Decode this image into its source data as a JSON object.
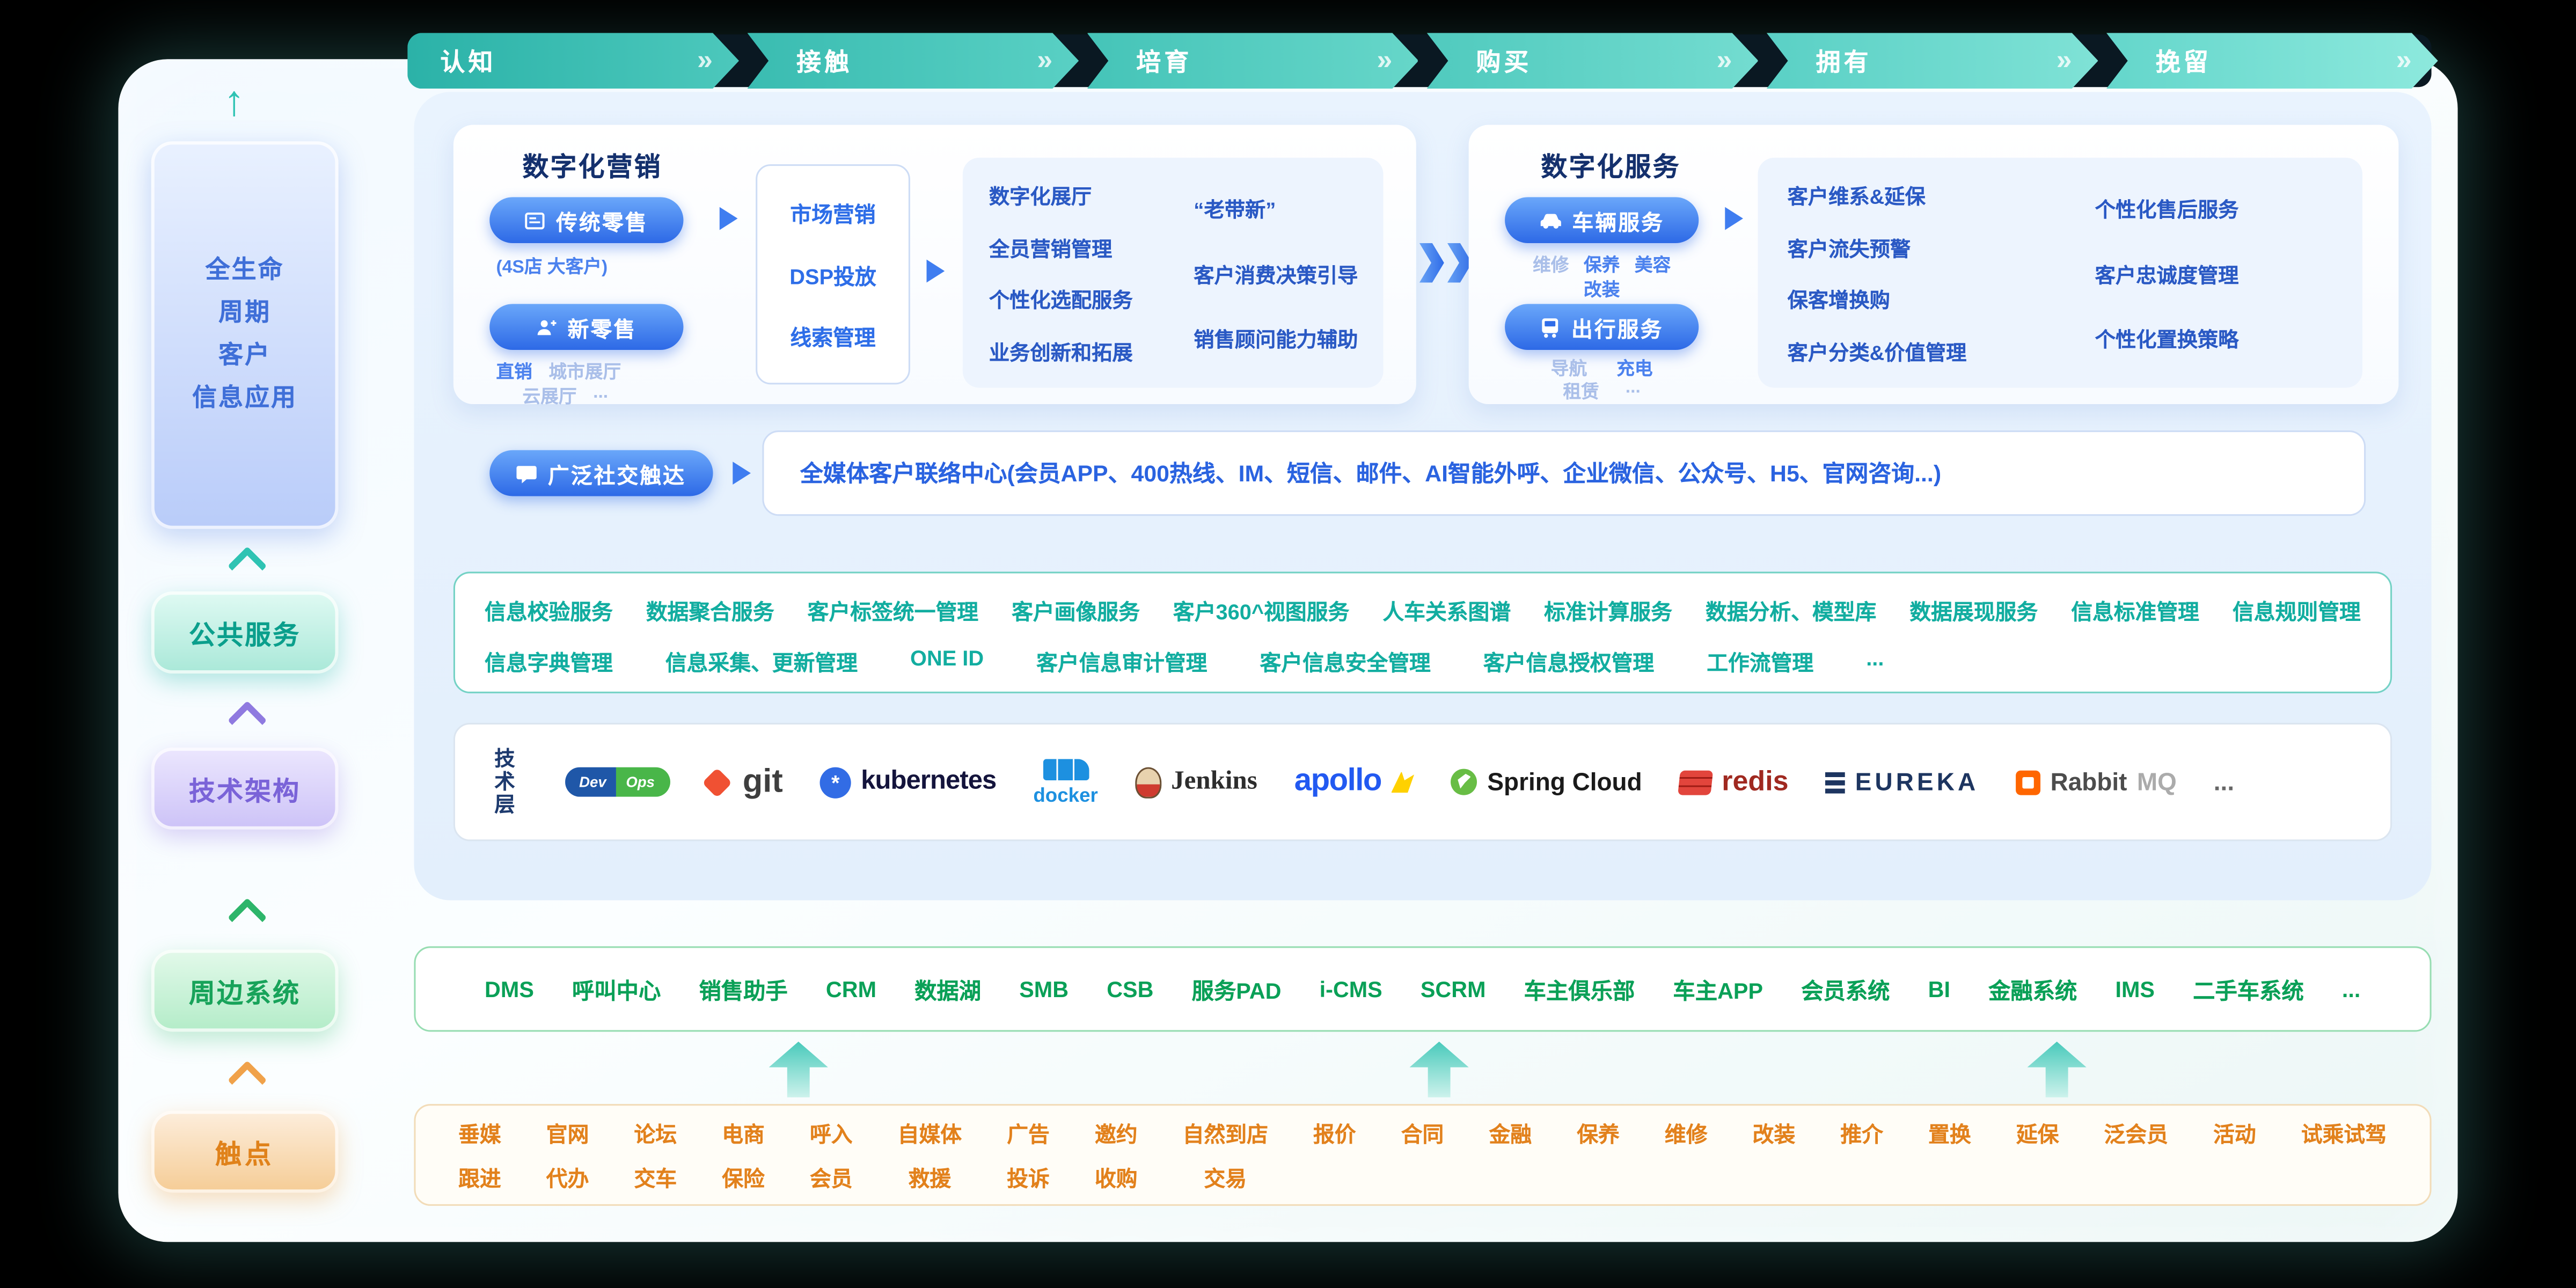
{
  "stages": [
    "认知",
    "接触",
    "培育",
    "购买",
    "拥有",
    "挽留"
  ],
  "icons": {
    "double_chevron": "»",
    "up_arrow": "↑"
  },
  "sidebar": {
    "lifecycle_lines": [
      "全生命",
      "周期",
      "客户",
      "信息应用"
    ],
    "public_service": "公共服务",
    "tech_architecture": "技术架构",
    "peripheral_systems": "周边系统",
    "touchpoints": "触点"
  },
  "marketing": {
    "title": "数字化营销",
    "traditional_retail": "传统零售",
    "traditional_retail_sub": "(4S店 大客户)",
    "new_retail": "新零售",
    "new_retail_tags": [
      "直销",
      "城市展厅",
      "云展厅",
      "..."
    ],
    "funnel": [
      "市场营销",
      "DSP投放",
      "线索管理"
    ],
    "cap_col1": [
      "数字化展厅",
      "全员营销管理",
      "个性化选配服务",
      "业务创新和拓展"
    ],
    "cap_col2": [
      "“老带新”",
      "客户消费决策引导",
      "销售顾问能力辅助"
    ]
  },
  "services": {
    "title": "数字化服务",
    "vehicle": "车辆服务",
    "vehicle_tags": [
      "维修",
      "保养",
      "美容",
      "改装"
    ],
    "travel": "出行服务",
    "travel_tags": [
      "导航",
      "充电",
      "租赁",
      "..."
    ],
    "cap_col1": [
      "客户维系&延保",
      "客户流失预警",
      "保客增换购",
      "客户分类&价值管理"
    ],
    "cap_col2": [
      "个性化售后服务",
      "客户忠诚度管理",
      "个性化置换策略"
    ]
  },
  "social": {
    "button": "广泛社交触达",
    "center_text": "全媒体客户联络中心(会员APP、400热线、IM、短信、邮件、AI智能外呼、企业微信、公众号、H5、官网咨询...)"
  },
  "public_services": {
    "row1": [
      "信息校验服务",
      "数据聚合服务",
      "客户标签统一管理",
      "客户画像服务",
      "客户360^视图服务",
      "人车关系图谱",
      "标准计算服务",
      "数据分析、模型库",
      "数据展现服务",
      "信息标准管理",
      "信息规则管理"
    ],
    "row2": [
      "信息字典管理",
      "信息采集、更新管理",
      "ONE ID",
      "客户信息审计管理",
      "客户信息安全管理",
      "客户信息授权管理",
      "工作流管理",
      "..."
    ]
  },
  "tech": {
    "layer_chars": [
      "技",
      "术",
      "层"
    ],
    "logos": {
      "devops_dev": "Dev",
      "devops_ops": "Ops",
      "git": "git",
      "kubernetes": "kubernetes",
      "docker": "docker",
      "jenkins": "Jenkins",
      "apollo": "apollo",
      "spring": "Spring Cloud",
      "redis": "redis",
      "eureka": "EUREKA",
      "rabbit": "Rabbit",
      "mq": "MQ",
      "more": "..."
    }
  },
  "peripheral": [
    "DMS",
    "呼叫中心",
    "销售助手",
    "CRM",
    "数据湖",
    "SMB",
    "CSB",
    "服务PAD",
    "i-CMS",
    "SCRM",
    "车主俱乐部",
    "车主APP",
    "会员系统",
    "BI",
    "金融系统",
    "IMS",
    "二手车系统",
    "..."
  ],
  "touchpoints": {
    "row1": [
      "垂媒",
      "官网",
      "论坛",
      "电商",
      "呼入",
      "自媒体",
      "广告",
      "邀约",
      "自然到店",
      "报价",
      "合同",
      "金融",
      "保养",
      "维修",
      "改装",
      "推介",
      "置换",
      "延保",
      "泛会员",
      "活动",
      "试乘试驾"
    ],
    "row2": [
      "跟进",
      "代办",
      "交车",
      "保险",
      "会员",
      "救援",
      "投诉",
      "收购",
      "交易"
    ]
  },
  "colors": {
    "stage_teal": "#3cc3b7",
    "primary_blue": "#2d69e6",
    "service_teal": "#12ada0",
    "system_green": "#0aa057",
    "touch_orange": "#e2811c"
  }
}
